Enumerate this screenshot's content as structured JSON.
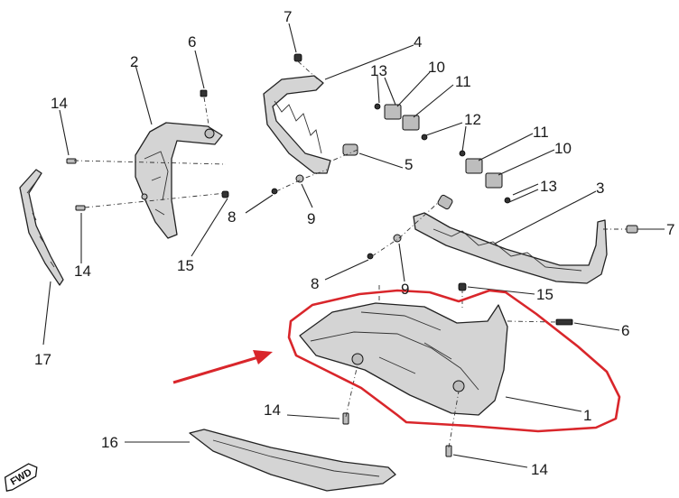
{
  "diagram": {
    "callouts": {
      "c1": "1",
      "c2": "2",
      "c3": "3",
      "c4": "4",
      "c5": "5",
      "c6a": "6",
      "c6b": "6",
      "c7a": "7",
      "c7b": "7",
      "c8a": "8",
      "c8b": "8",
      "c9a": "9",
      "c9b": "9",
      "c10a": "10",
      "c10b": "10",
      "c11a": "11",
      "c11b": "11",
      "c12": "12",
      "c13a": "13",
      "c13b": "13",
      "c14a": "14",
      "c14b": "14",
      "c14c": "14",
      "c14d": "14",
      "c15a": "15",
      "c15b": "15",
      "c16": "16",
      "c17": "17"
    },
    "fwd_label": "FWD",
    "highlight_color": "#d9262b",
    "arrow_color": "#d9262b"
  }
}
